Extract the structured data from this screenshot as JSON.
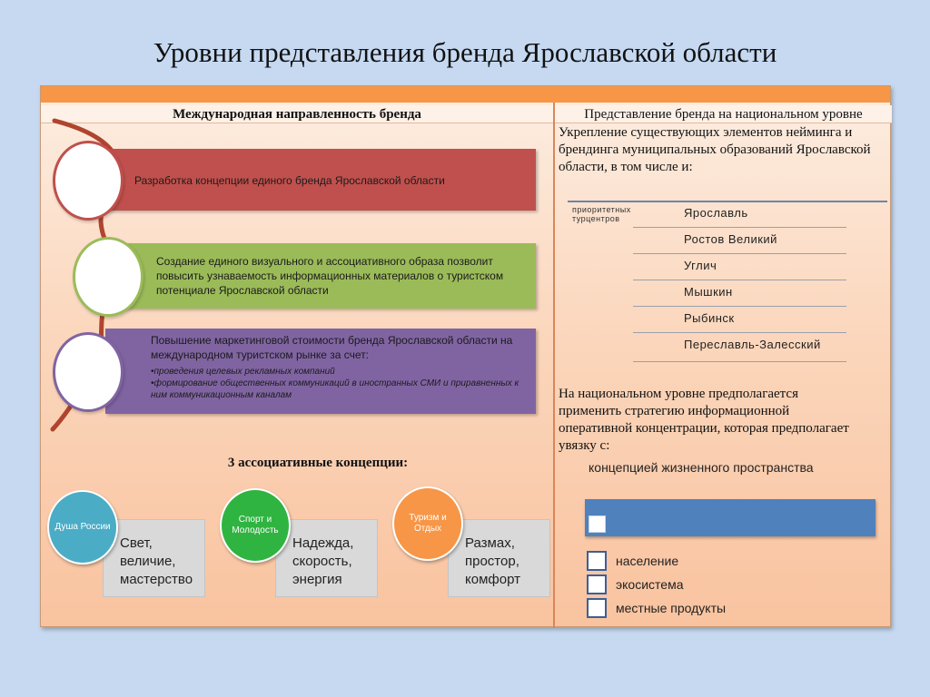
{
  "title": "Уровни представления бренда Ярославской области",
  "left_header": "Международная направленность бренда",
  "right_header": "Представление бренда на национальном уровне",
  "bars": [
    {
      "text": "Разработка концепции единого бренда Ярославской области",
      "color": "#c0504d"
    },
    {
      "text": "Создание единого визуального и ассоциативного образа позволит повысить узнаваемость информационных материалов о туристском потенциале Ярославской области",
      "color": "#9bbb59"
    },
    {
      "text": "Повышение маркетинговой стоимости бренда Ярославской области на международном туристском рынке за счет:",
      "bullets": [
        "•проведения целевых рекламных компаний",
        "•формирование общественных коммуникаций в иностранных СМИ и приравненных к ним коммуникационным каналам"
      ],
      "color": "#8064a2"
    }
  ],
  "concepts_title": "3 ассоциативные концепции:",
  "concepts": [
    {
      "circle": "Душа России",
      "text": "Свет,\nвеличие,\nмастерство",
      "color": "#4bacc6"
    },
    {
      "circle": "Спорт и Молодость",
      "text": "Надежда,\nскорость,\nэнергия",
      "color": "#2fb441"
    },
    {
      "circle": "Туризм и Отдых",
      "text": "Размах,\nпростор,\nкомфорт",
      "color": "#f79646"
    }
  ],
  "right_intro": "Укрепление существующих элементов нейминга и брендинга муниципальных образований Ярославской области, в том числе и:",
  "priority_label": "приоритетных турцентров",
  "cities": [
    "Ярославль",
    "Ростов Великий",
    "Углич",
    "Мышкин",
    "Рыбинск",
    "Переславль-Залесский"
  ],
  "national_text": "На национальном уровне предполагается применить стратегию информационной оперативной концентрации, которая предполагает увязку с:",
  "life_space": "концепцией жизненного пространства",
  "checklist": [
    "население",
    "экосистема",
    "местные продукты"
  ],
  "colors": {
    "accent": "#f79646",
    "blue_bar": "#4f81bd"
  }
}
